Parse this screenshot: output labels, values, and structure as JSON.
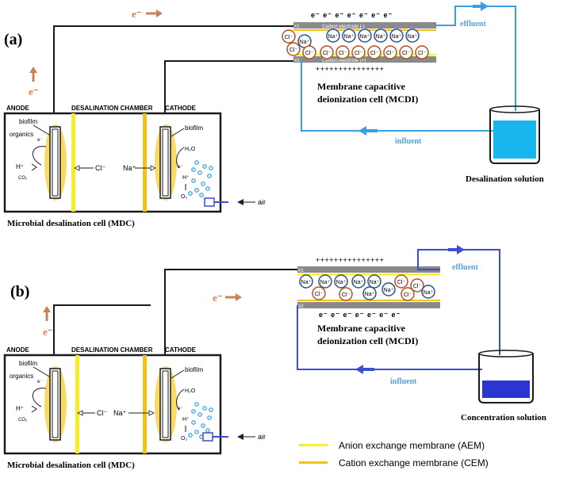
{
  "colors": {
    "wire": "#1a1a1a",
    "electron_arrow": "#c8825a",
    "flow_a": "#3b9ee0",
    "flow_b": "#3d4fd0",
    "electrode": "#8a8a8a",
    "aem": "#f7ee2a",
    "cem": "#f2c218",
    "biofilm": "#f7d44a",
    "na_circle": "#2b4f86",
    "cl_circle": "#b5501c",
    "water_a": "#19b6ee",
    "water_b": "#2a36d0",
    "bubble": "#3aa7e6"
  },
  "panel_a": {
    "label": "(a)",
    "electron_top": "e⁻",
    "electron_side": "e⁻",
    "mdc": {
      "anode_label": "ANODE",
      "chamber_label": "DESALINATION CHAMBER",
      "cathode_label": "CATHODE",
      "biofilm_left": "biofilm",
      "organics": "organics",
      "e_small": "e⁻",
      "h_plus": "H⁺",
      "co2": "CO₂",
      "cl": "Cl⁻",
      "na": "Na⁺",
      "biofilm_right": "biofilm",
      "h2o": "H₂O",
      "e_cathode": "e⁻",
      "h_cathode": "H⁺",
      "o2": "O₂",
      "air": "air",
      "caption": "Microbial desalination cell (MDC)"
    },
    "mcdi": {
      "electrons": "e⁻ e⁻ e⁻ e⁻ e⁻ e⁻ e⁻",
      "num1": "#1",
      "num2": "#2",
      "top_electrode": "Carbon electrode (-)",
      "bottom_electrode": "Carbon electrode (+)",
      "plus_row": "+++++++++++++++",
      "caption_1": "Membrane capacitive",
      "caption_2": "deionization cell (MCDI)",
      "top_ions": [
        "Cl⁻",
        "Na⁺",
        "Na⁺",
        "Na⁺",
        "Na⁺",
        "Na⁺",
        "Na⁺",
        "Na⁺"
      ],
      "bottom_ions": [
        "Cl⁻",
        "Cl⁻",
        "Cl⁻",
        "Cl⁻",
        "Cl⁻",
        "Cl⁻",
        "Cl⁻",
        "Cl⁻",
        "Cl⁻"
      ]
    },
    "effluent": "effluent",
    "influent": "influent",
    "solution": "Desalination solution"
  },
  "panel_b": {
    "label": "(b)",
    "electron_mid": "e⁻",
    "electron_side": "e⁻",
    "mdc": {
      "anode_label": "ANODE",
      "chamber_label": "DESALINATION CHAMBER",
      "cathode_label": "CATHODE",
      "biofilm_left": "biofilm",
      "organics": "organics",
      "e_small": "e⁻",
      "h_plus": "H⁺",
      "co2": "CO₂",
      "cl": "Cl⁻",
      "na": "Na⁺",
      "biofilm_right": "biofilm",
      "h2o": "H₂O",
      "e_cathode": "e⁻",
      "h_cathode": "H⁺",
      "o2": "O₂",
      "air": "air",
      "caption": "Microbial desalination cell (MDC)"
    },
    "mcdi": {
      "plus_row": "+++++++++++++++",
      "num1": "#1",
      "num2": "#2",
      "electrons": "e⁻ e⁻ e⁻ e⁻ e⁻ e⁻ e⁻",
      "caption_1": "Membrane capacitive",
      "caption_2": "deionization cell (MCDI)",
      "top_ions": [
        "Na⁺",
        "Na⁺",
        "Na⁺",
        "Na⁺",
        "Na⁺",
        "Cl⁻",
        "Cl⁻"
      ],
      "bottom_ions": [
        "Cl⁻",
        "Cl⁻",
        "Na⁺",
        "Na⁺",
        "Cl⁻",
        "Na⁺"
      ]
    },
    "effluent": "effluent",
    "influent": "influent",
    "solution": "Concentration solution"
  },
  "legend": {
    "aem": "Anion exchange membrane (AEM)",
    "cem": "Cation exchange membrane (CEM)"
  }
}
